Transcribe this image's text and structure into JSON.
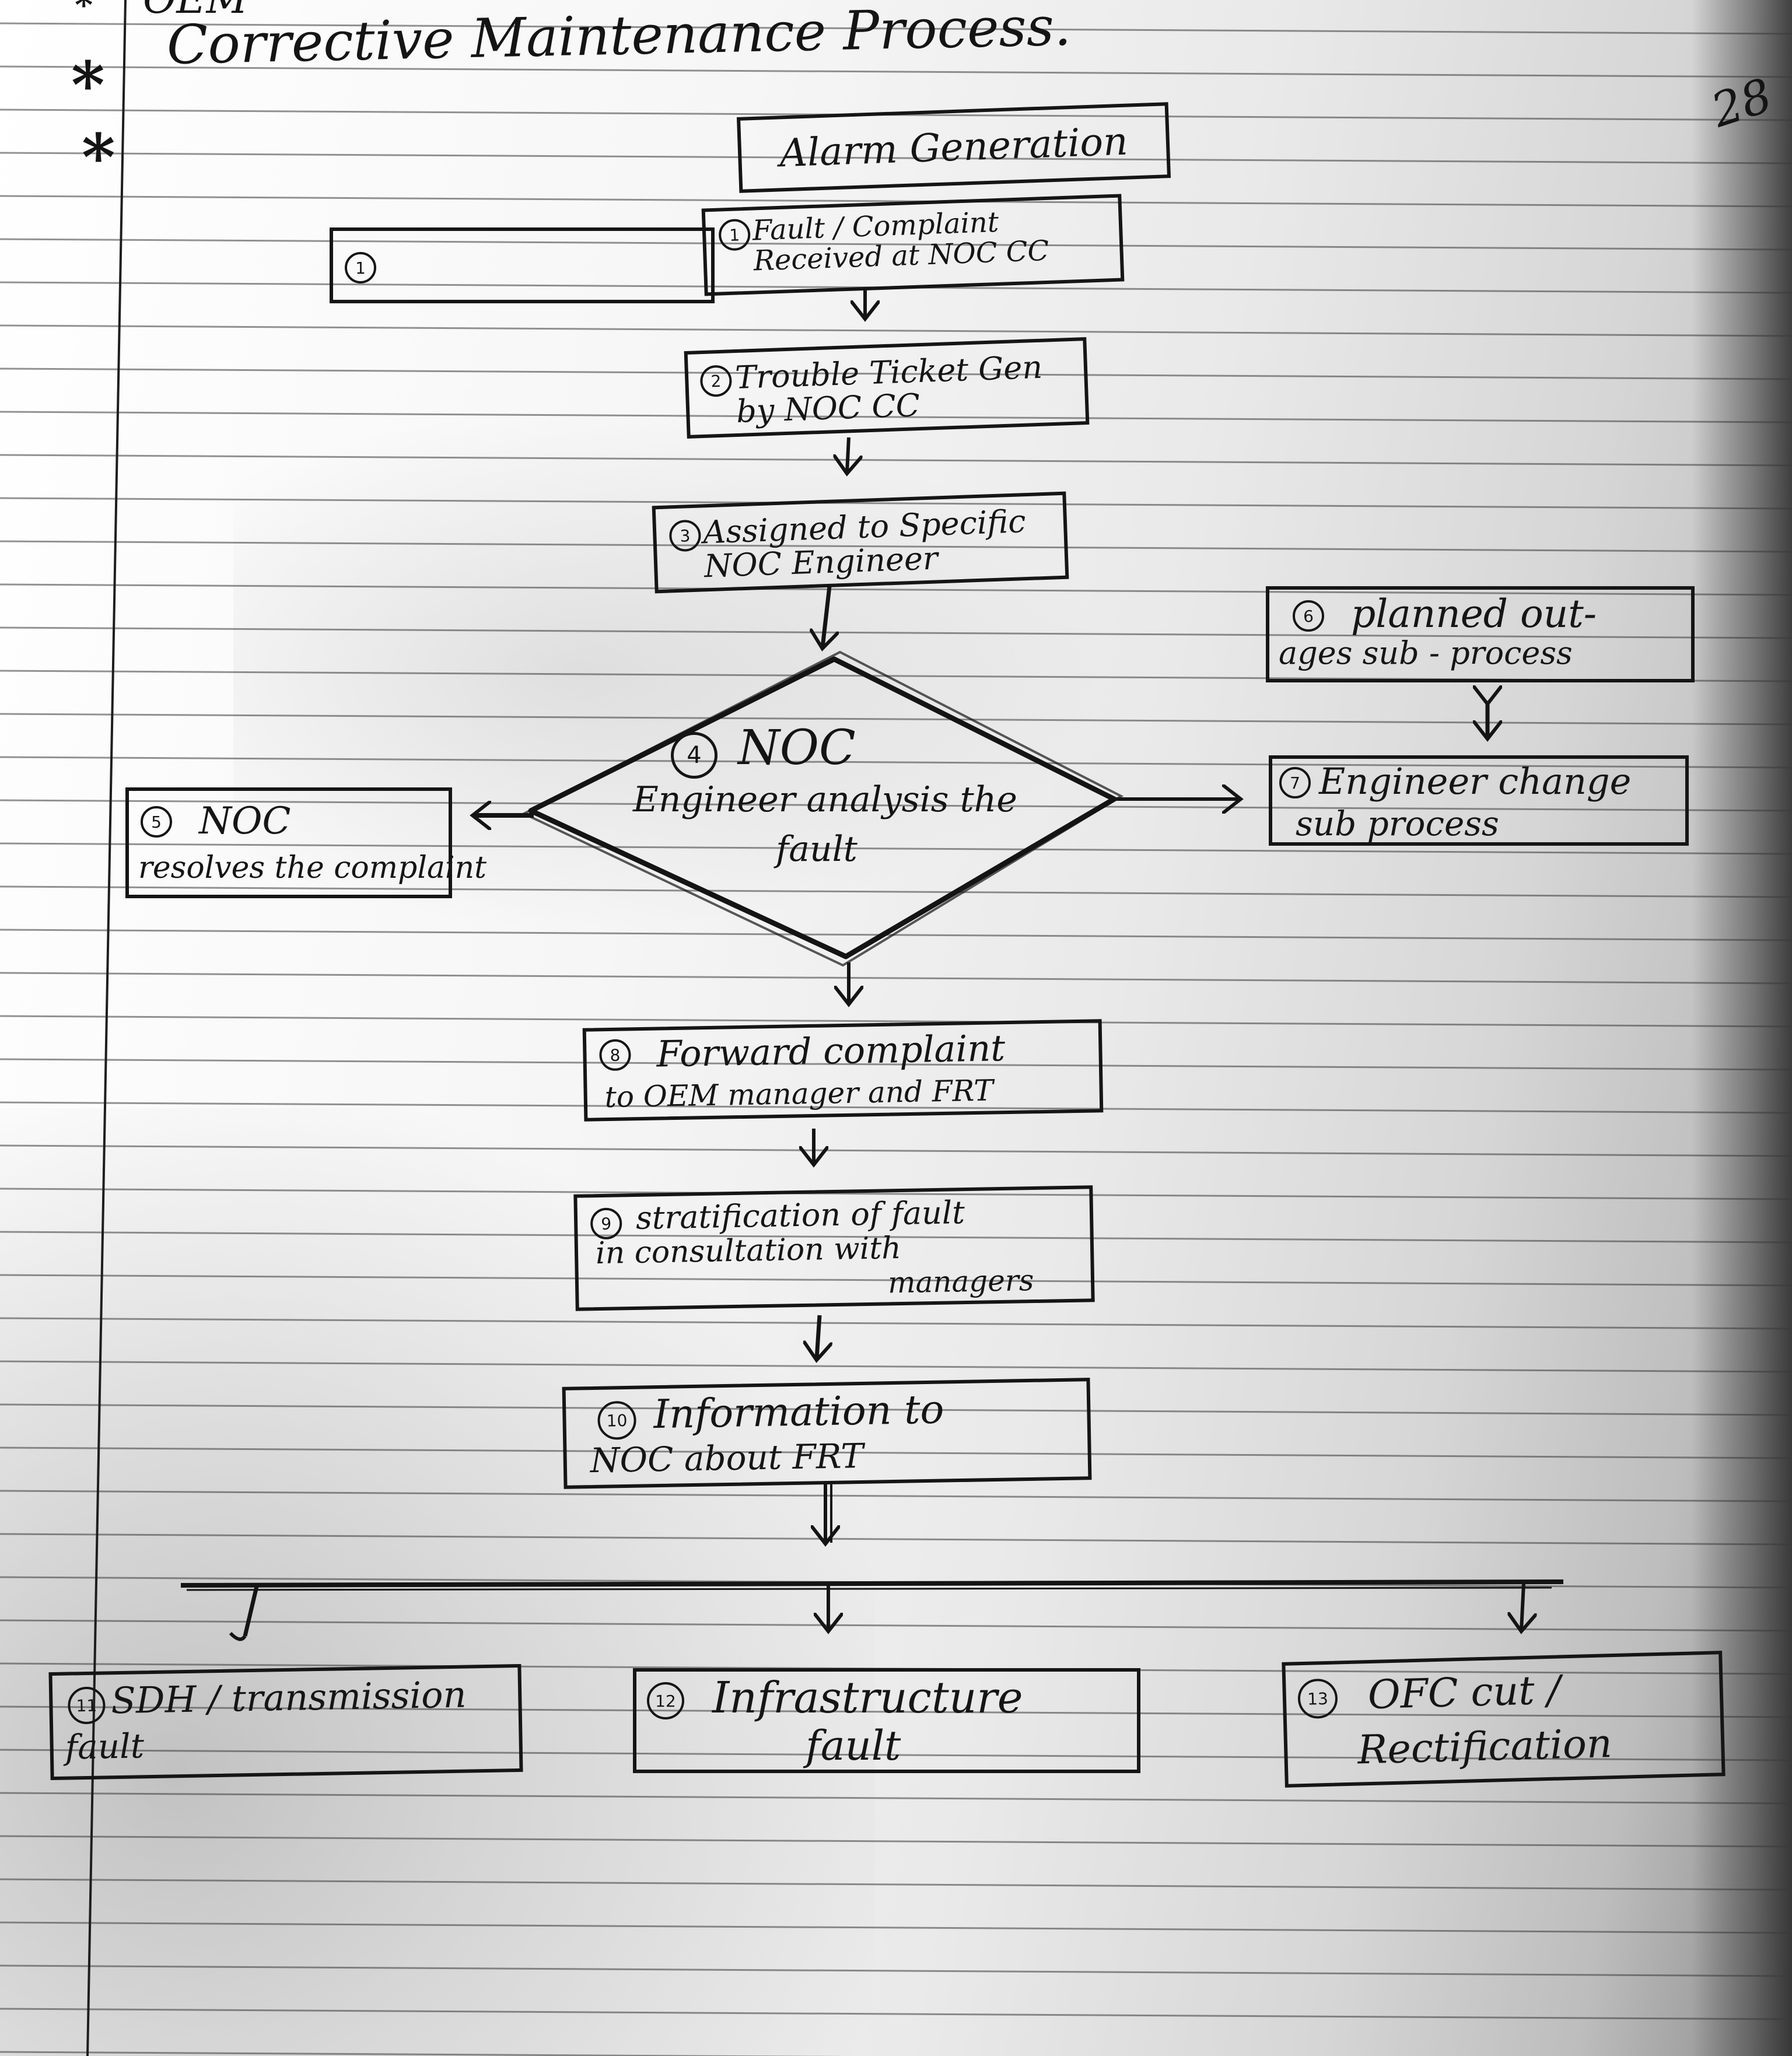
{
  "page": {
    "header_fragment": "OEM",
    "title": "Corrective Maintenance Process.",
    "page_number": "28",
    "bullet_marks": [
      "*",
      "*",
      "*"
    ]
  },
  "diagram": {
    "nodes": {
      "alarm": {
        "label": "Alarm Generation"
      },
      "n1": {
        "num": "1",
        "label": "Fault / Complaint Received at NOC CC"
      },
      "n1_left": {
        "num": "1",
        "label": ""
      },
      "n2": {
        "num": "2",
        "label": "Trouble Ticket Gen by NOC CC"
      },
      "n3": {
        "num": "3",
        "label": "Assigned to Specific NOC Engineer"
      },
      "n4": {
        "num": "4",
        "label_line1": "NOC",
        "label_line2": "Engineer analysis the",
        "label_line3": "fault"
      },
      "n5": {
        "num": "5",
        "label_line1": "NOC",
        "label_line2": "resolves the complaint"
      },
      "n6": {
        "num": "6",
        "label_line1": "planned out-",
        "label_line2": "ages sub - process"
      },
      "n7": {
        "num": "7",
        "label_line1": "Engineer change",
        "label_line2": "sub process"
      },
      "n8": {
        "num": "8",
        "label_line1": "Forward complaint",
        "label_line2": "to OEM manager and FRT"
      },
      "n9": {
        "num": "9",
        "label_line1": "stratification of fault",
        "label_line2": "in consultation with",
        "label_line3": "managers"
      },
      "n10": {
        "num": "10",
        "label_line1": "Information to",
        "label_line2": "NOC about FRT"
      },
      "n11": {
        "num": "11",
        "label_line1": "SDH / transmission",
        "label_line2": "fault"
      },
      "n12": {
        "num": "12",
        "label_line1": "Infrastructure",
        "label_line2": "fault"
      },
      "n13": {
        "num": "13",
        "label_line1": "OFC cut /",
        "label_line2": "Rectification"
      }
    },
    "edges": [
      {
        "from": "n1",
        "to": "n2"
      },
      {
        "from": "n2",
        "to": "n3"
      },
      {
        "from": "n3",
        "to": "n4"
      },
      {
        "from": "n4",
        "to": "n5"
      },
      {
        "from": "n4",
        "to": "n7"
      },
      {
        "from": "n6",
        "to": "n7",
        "bidirectional": true
      },
      {
        "from": "n4",
        "to": "n8"
      },
      {
        "from": "n8",
        "to": "n9"
      },
      {
        "from": "n9",
        "to": "n10"
      },
      {
        "from": "n10",
        "to": "n11"
      },
      {
        "from": "n10",
        "to": "n12"
      },
      {
        "from": "n10",
        "to": "n13"
      }
    ]
  }
}
